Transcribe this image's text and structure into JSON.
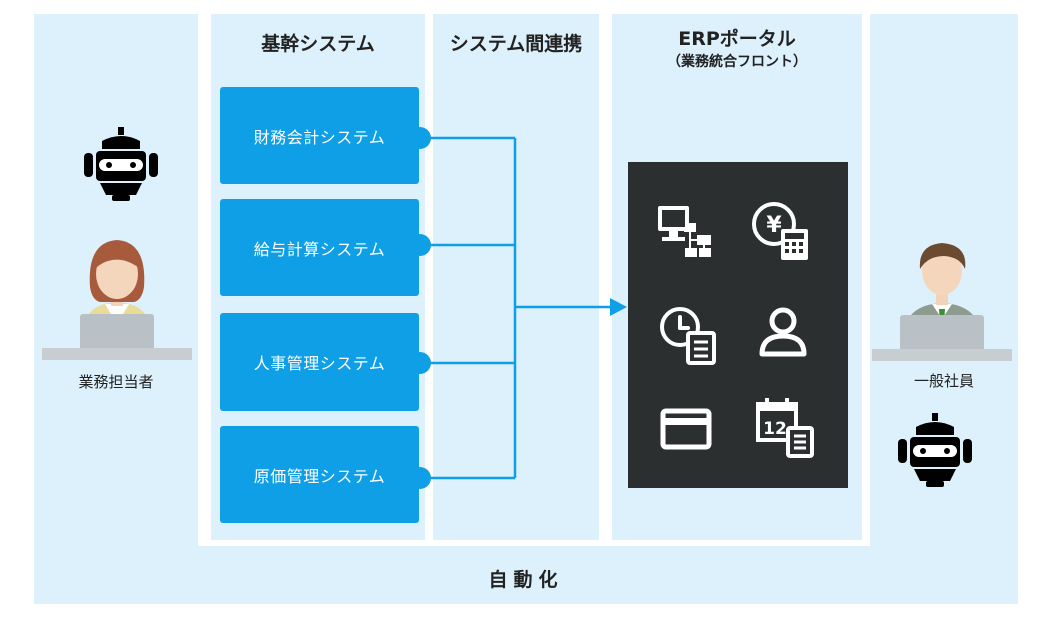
{
  "columns": {
    "core_title": "基幹システム",
    "integration_title": "システム間連携",
    "portal_title": "ERPポータル",
    "portal_subtitle": "（業務統合フロント）"
  },
  "systems": [
    {
      "label": "財務会計システム"
    },
    {
      "label": "給与計算システム"
    },
    {
      "label": "人事管理システム"
    },
    {
      "label": "原価管理システム"
    }
  ],
  "people": {
    "left_label": "業務担当者",
    "right_label": "一般社員"
  },
  "portal_icons": [
    "computer-network-icon",
    "yen-calculator-icon",
    "clock-document-icon",
    "person-icon",
    "card-icon",
    "calendar-icon"
  ],
  "calendar_number": "12",
  "footer": "自動化",
  "colors": {
    "background": "#dcf1fc",
    "system_box": "#0f9fe6",
    "connector": "#0f9fe6",
    "portal": "#2c2f30"
  }
}
